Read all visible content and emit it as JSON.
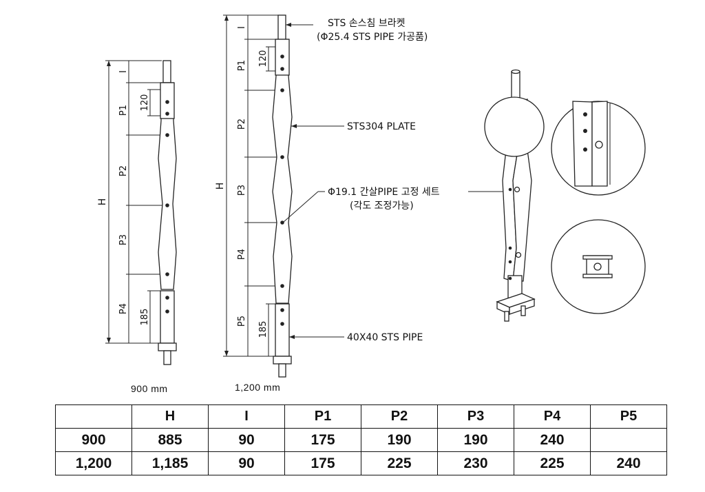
{
  "left_post": {
    "caption": "900 mm",
    "dims": {
      "H": "H",
      "I": "I",
      "P1": "P1",
      "P2": "P2",
      "P3": "P3",
      "P4": "P4",
      "top_bracket": "120",
      "bottom_bracket": "185"
    }
  },
  "right_post": {
    "caption": "1,200 mm",
    "dims": {
      "H": "H",
      "I": "I",
      "P1": "P1",
      "P2": "P2",
      "P3": "P3",
      "P4": "P4",
      "P5": "P5",
      "top_bracket": "120",
      "bottom_bracket": "185"
    }
  },
  "callouts": {
    "bracket_line1": "STS 손스침 브라켓",
    "bracket_line2": "(Φ25.4 STS PIPE 가공품)",
    "plate": "STS304 PLATE",
    "pipe_set_line1": "Φ19.1  간살PIPE 고정 세트",
    "pipe_set_line2": "(각도 조정가능)",
    "base_pipe": "40X40 STS PIPE"
  },
  "table": {
    "headers": [
      "",
      "H",
      "I",
      "P1",
      "P2",
      "P3",
      "P4",
      "P5"
    ],
    "rows": [
      [
        "900",
        "885",
        "90",
        "175",
        "190",
        "190",
        "240",
        ""
      ],
      [
        "1,200",
        "1,185",
        "90",
        "175",
        "225",
        "230",
        "225",
        "240"
      ]
    ]
  }
}
